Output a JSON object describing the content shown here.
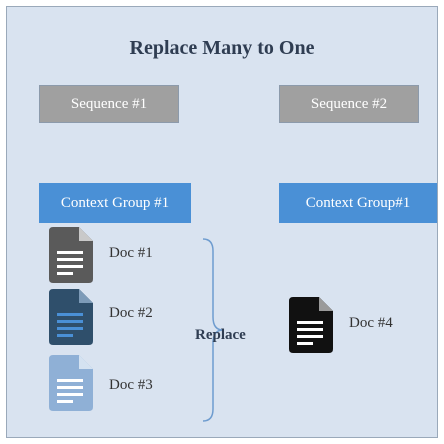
{
  "title": "Replace Many to One",
  "sequences": [
    {
      "label": "Sequence #1"
    },
    {
      "label": "Sequence #2"
    }
  ],
  "context_groups": [
    {
      "label": "Context Group #1"
    },
    {
      "label": "Context Group#1"
    }
  ],
  "left_docs": [
    {
      "label": "Doc #1",
      "icon": "document-icon",
      "color": "#5a5a5a"
    },
    {
      "label": "Doc #2",
      "icon": "document-icon",
      "color": "#2f4f6b"
    },
    {
      "label": "Doc #3",
      "icon": "document-icon",
      "color": "#8fb0d6"
    }
  ],
  "right_doc": {
    "label": "Doc #4",
    "icon": "document-icon",
    "color": "#111111"
  },
  "operation": {
    "label": "Replace"
  },
  "colors": {
    "background": "#d9e3f0",
    "sequence_box": "#a0a0a0",
    "context_box": "#4a90d6",
    "brace": "#6e9ccf"
  }
}
